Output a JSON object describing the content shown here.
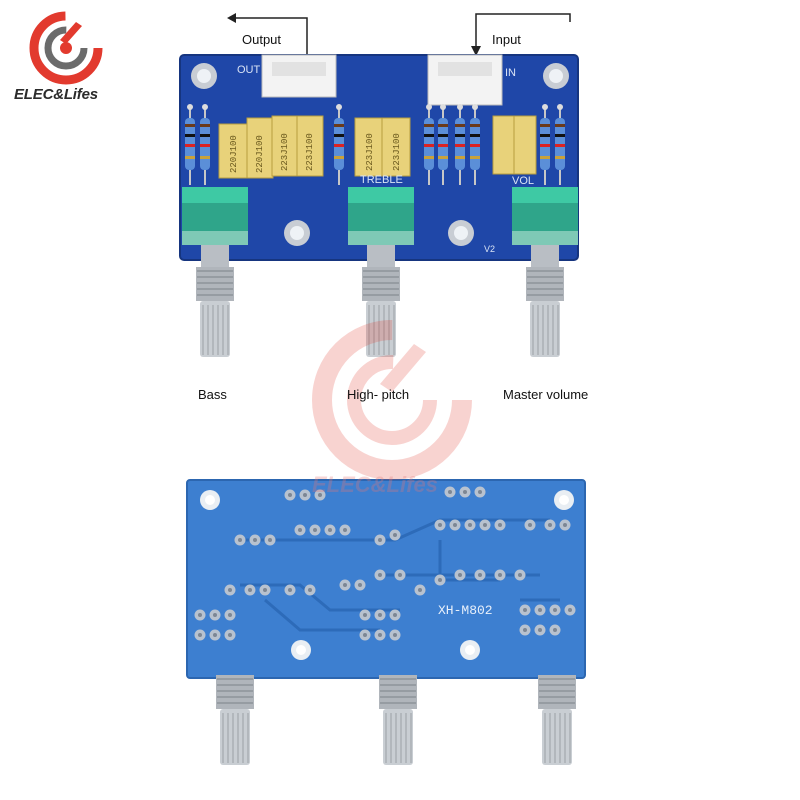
{
  "brand": {
    "name": "ELEC&Lifes",
    "watermark": "ELEC&Lifes",
    "colors": {
      "red": "#e23a2e",
      "gray": "#6b6b6b"
    }
  },
  "top_board": {
    "arrow_left_label": "Output",
    "arrow_right_label": "Input",
    "silk": {
      "out": "OUT",
      "in": "IN",
      "treble": "TREBLE",
      "vol": "VOL",
      "version": "V2"
    },
    "capacitors": [
      "220J100",
      "220J100",
      "223J100",
      "223J100",
      "223J100",
      "223J100"
    ],
    "pot_labels": [
      "Bass",
      "High- pitch",
      "Master volume"
    ]
  },
  "bottom_board": {
    "model": "XH-M802"
  },
  "colors": {
    "pcb": "#1f47a8",
    "pcb_back": "#3d7fd0",
    "knob": "#2fa58a"
  }
}
